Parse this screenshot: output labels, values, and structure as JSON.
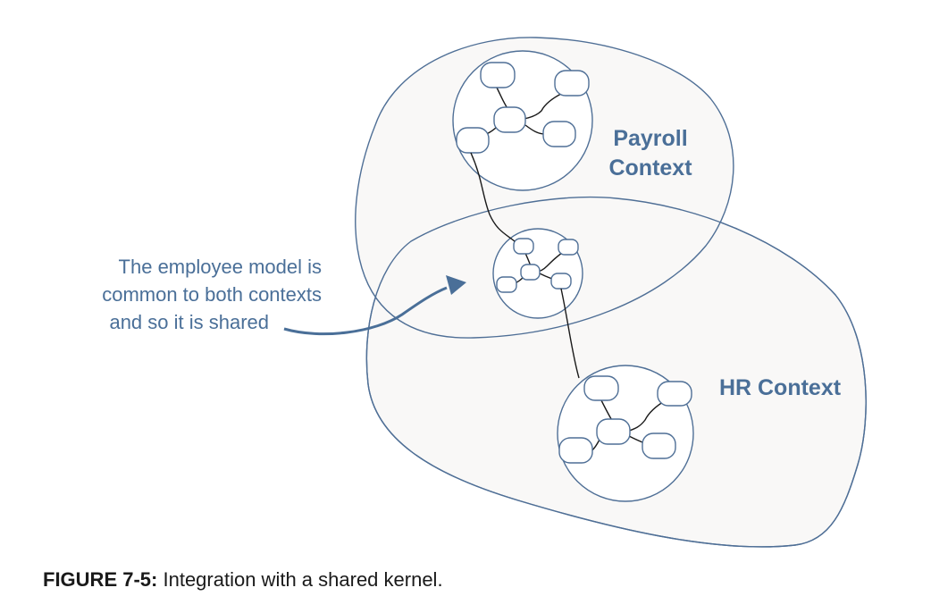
{
  "contexts": {
    "payroll": {
      "line1": "Payroll",
      "line2": "Context"
    },
    "hr": {
      "label": "HR Context"
    }
  },
  "annotation": {
    "line1": "The employee model is",
    "line2": "common to both contexts",
    "line3": "and so it is shared"
  },
  "caption": {
    "label": "FIGURE 7-5:",
    "text": "Integration with a shared kernel."
  },
  "colors": {
    "accent": "#4a6f98",
    "outline": "#4f6f96",
    "context_fill": "#f9f8f7",
    "link": "#1a1a1a"
  }
}
